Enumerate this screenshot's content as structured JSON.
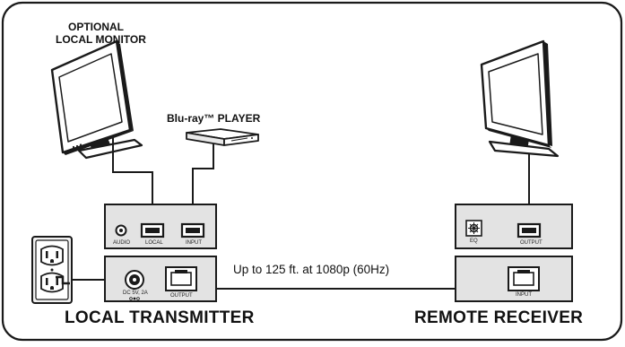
{
  "labels": {
    "optional_monitor_line1": "OPTIONAL",
    "optional_monitor_line2": "LOCAL MONITOR",
    "player": "Blu-ray™ PLAYER",
    "cable_spec": "Up to 125 ft. at 1080p (60Hz)",
    "transmitter": "LOCAL TRANSMITTER",
    "receiver": "REMOTE RECEIVER"
  },
  "transmitter_ports": {
    "audio": "AUDIO",
    "local": "LOCAL",
    "input": "INPUT",
    "power": "DC 5V, 2A",
    "output": "OUTPUT"
  },
  "receiver_ports": {
    "eq": "EQ",
    "output": "OUTPUT",
    "input": "INPUT"
  },
  "colors": {
    "line": "#1a1a1a",
    "device_fill": "#e3e3e3",
    "port_fill": "#ffffff",
    "outlet_fill": "#f2f2f2"
  }
}
